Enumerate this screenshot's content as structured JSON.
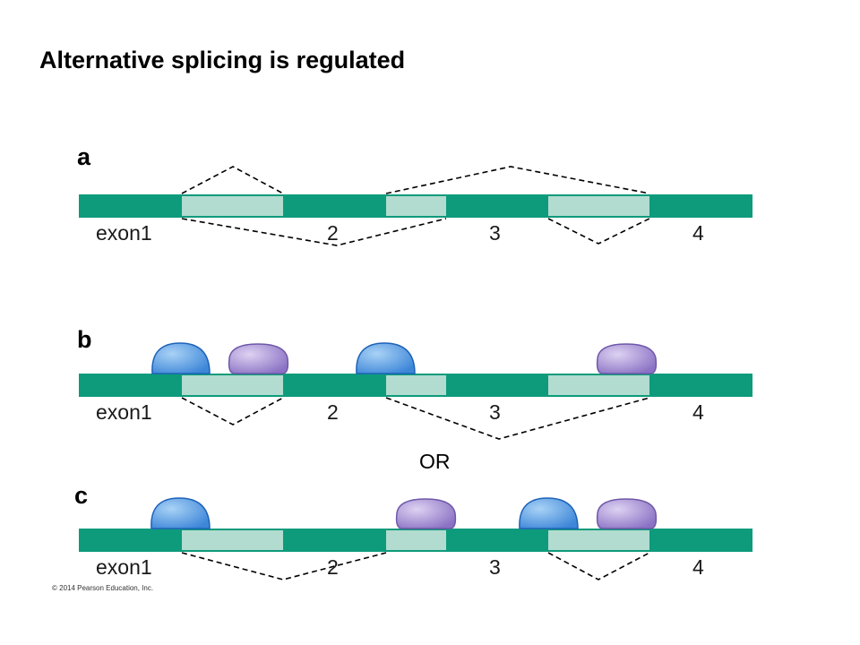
{
  "title": "Alternative splicing is regulated",
  "colors": {
    "exon": "#0d9b7c",
    "intron": "#b2dccf",
    "activator": "#5aa0e2",
    "repressor": "#9b86cf"
  },
  "panels": [
    {
      "label": "a",
      "exon_labels": [
        "exon1",
        "2",
        "3",
        "4"
      ]
    },
    {
      "label": "b",
      "exon_labels": [
        "exon1",
        "2",
        "3",
        "4"
      ]
    },
    {
      "label": "c",
      "exon_labels": [
        "exon1",
        "2",
        "3",
        "4"
      ]
    }
  ],
  "or_text": "OR",
  "copyright": "© 2014 Pearson Education, Inc."
}
